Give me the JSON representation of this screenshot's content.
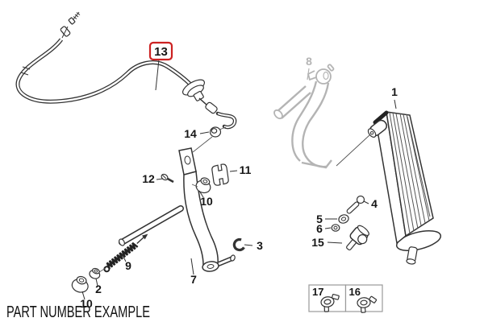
{
  "diagram": {
    "type": "exploded-parts-diagram",
    "footer_label": "PART NUMBER EXAMPLE",
    "highlighted_callout": "13",
    "ghosted_callout": "8",
    "colors": {
      "highlight_box": "#cc2222",
      "line_color": "#333333",
      "ghost_color": "#b4b4b4",
      "background": "#ffffff"
    },
    "callouts": {
      "n1": "1",
      "n2": "2",
      "n3": "3",
      "n4": "4",
      "n5": "5",
      "n6": "6",
      "n7": "7",
      "n8": "8",
      "n9": "9",
      "n10_upper": "10",
      "n10_lower": "10",
      "n11": "11",
      "n12": "12",
      "n13": "13",
      "n14": "14",
      "n15": "15",
      "n16": "16",
      "n17": "17"
    }
  }
}
